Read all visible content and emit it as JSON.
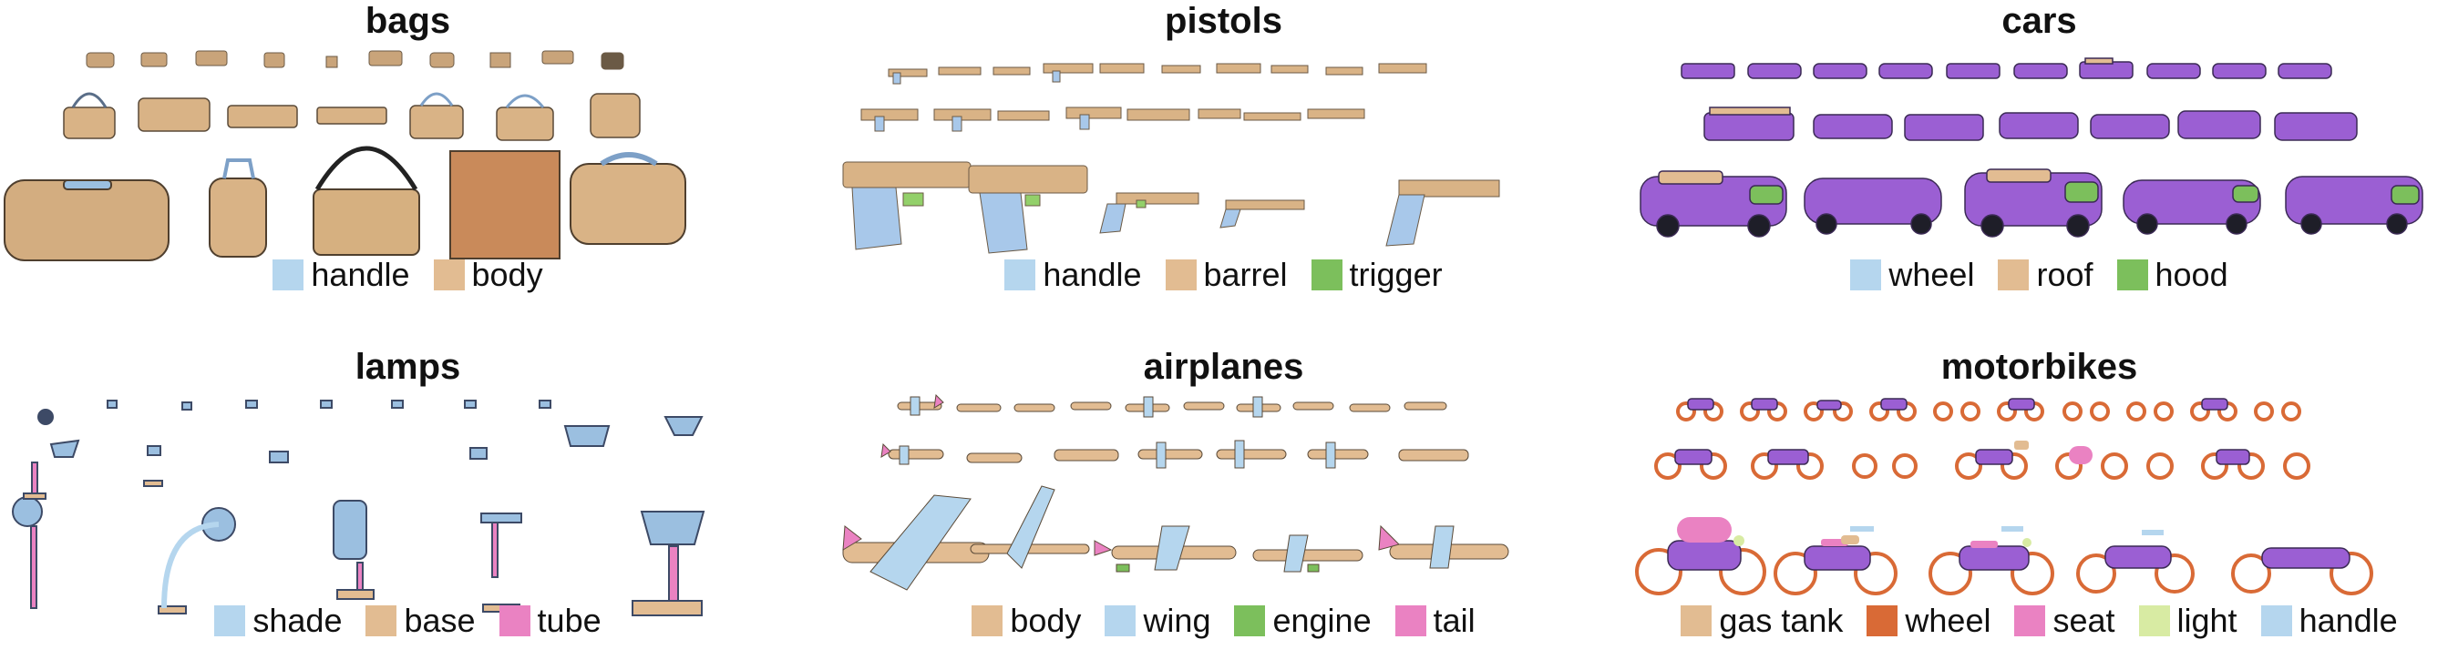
{
  "colors": {
    "blue": "#b5d6ee",
    "tan": "#e2bc92",
    "green": "#7cbf5c",
    "pink": "#ea82c2",
    "purple": "#9b5fd3",
    "orange": "#d96a36",
    "lightgreen": "#d8eba3",
    "darkblue": "#7d9dcd"
  },
  "panels": [
    {
      "id": "bags",
      "title": "bags",
      "legend": [
        {
          "label": "handle",
          "color": "#b5d6ee"
        },
        {
          "label": "body",
          "color": "#e2bc92"
        }
      ]
    },
    {
      "id": "pistols",
      "title": "pistols",
      "legend": [
        {
          "label": "handle",
          "color": "#b5d6ee"
        },
        {
          "label": "barrel",
          "color": "#e2bc92"
        },
        {
          "label": "trigger",
          "color": "#7cbf5c"
        }
      ]
    },
    {
      "id": "cars",
      "title": "cars",
      "legend": [
        {
          "label": "wheel",
          "color": "#b5d6ee"
        },
        {
          "label": "roof",
          "color": "#e2bc92"
        },
        {
          "label": "hood",
          "color": "#7cbf5c"
        }
      ]
    },
    {
      "id": "lamps",
      "title": "lamps",
      "legend": [
        {
          "label": "shade",
          "color": "#b5d6ee"
        },
        {
          "label": "base",
          "color": "#e2bc92"
        },
        {
          "label": "tube",
          "color": "#ea82c2"
        }
      ]
    },
    {
      "id": "airplanes",
      "title": "airplanes",
      "legend": [
        {
          "label": "body",
          "color": "#e2bc92"
        },
        {
          "label": "wing",
          "color": "#b5d6ee"
        },
        {
          "label": "engine",
          "color": "#7cbf5c"
        },
        {
          "label": "tail",
          "color": "#ea82c2"
        }
      ]
    },
    {
      "id": "motorbikes",
      "title": "motorbikes",
      "legend": [
        {
          "label": "gas tank",
          "color": "#e2bc92"
        },
        {
          "label": "wheel",
          "color": "#d96a36"
        },
        {
          "label": "seat",
          "color": "#ea82c2"
        },
        {
          "label": "light",
          "color": "#d8eba3"
        },
        {
          "label": "handle",
          "color": "#b5d6ee"
        }
      ]
    }
  ]
}
